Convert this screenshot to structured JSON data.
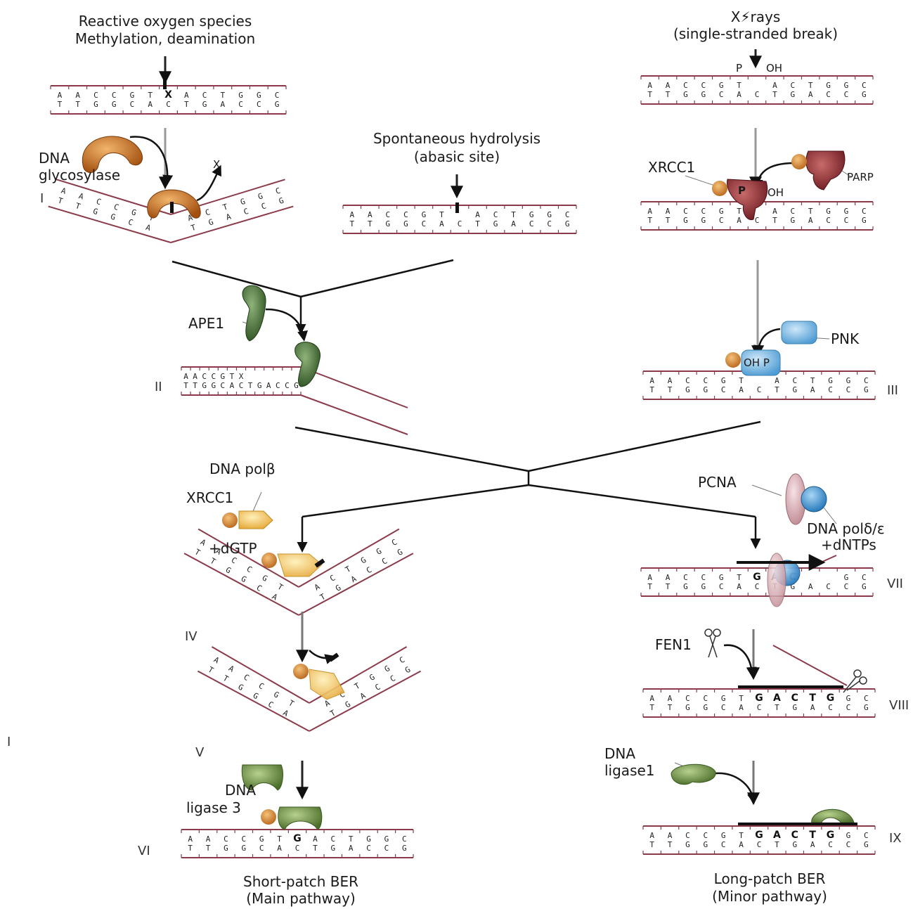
{
  "labels": {
    "ros": "Reactive  oxygen species",
    "methyl": "Methylation, deamination",
    "xrays": "X⚡rays",
    "ssb": "(single-stranded break)",
    "hydrolysis": "Spontaneous hydrolysis",
    "abasic": "(abasic site)",
    "dna_glyco_1": "DNA",
    "dna_glyco_2": "glycosylase",
    "x_removed": "X",
    "ape1": "APE1",
    "xrcc1_top": "XRCC1",
    "parp": "PARP",
    "pnk": "PNK",
    "p_top": "P",
    "oh_top": "OH",
    "p_parp": "P",
    "oh_parp": "OH",
    "oh_pnk": "OH P",
    "dna_polb": "DNA polβ",
    "xrcc1_low": "XRCC1",
    "dgtp": "+dGTP",
    "pcna": "PCNA",
    "pol_de": "DNA polδ/ε",
    "dntps": "+dNTPs",
    "fen1": "FEN1",
    "lig3_1": "DNA",
    "lig3_2": "ligase 3",
    "lig1_1": "DNA",
    "lig1_2": "ligase1",
    "short_1": "Short-patch BER",
    "short_2": "(Main pathway)",
    "long_1": "Long-patch BER",
    "long_2": "(Minor pathway)"
  },
  "steps": {
    "s1": "I",
    "s2": "II",
    "s3": "III",
    "s4": "IV",
    "s5": "V",
    "s6": "VI",
    "s7": "VII",
    "s8": "VIII",
    "s9": "IX",
    "margin": "I"
  },
  "dna": {
    "top": [
      "A",
      "A",
      "C",
      "C",
      "G",
      "T",
      "X",
      "A",
      "C",
      "T",
      "G",
      "G",
      "C"
    ],
    "bottom": [
      "T",
      "T",
      "G",
      "G",
      "C",
      "A",
      "C",
      "T",
      "G",
      "A",
      "C",
      "C",
      "G"
    ],
    "new_short": "G",
    "new_long": [
      "G",
      "A",
      "C",
      "T",
      "G"
    ]
  },
  "colors": {
    "backbone": "#8b3a4a",
    "glycosylase": "#c0661a",
    "ape1": "#3d6b2e",
    "parp": "#8a2a2e",
    "xrcc1": "#d88a2a",
    "pnk": "#7bb7e0",
    "polb": "#f3c45a",
    "pcna": "#d9a9b0",
    "pol_de": "#3a8fd0",
    "ligase": "#5f8a3a"
  }
}
